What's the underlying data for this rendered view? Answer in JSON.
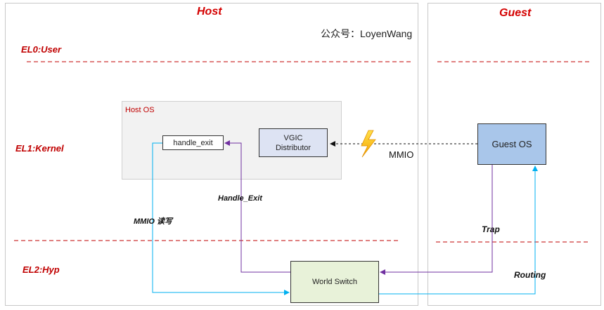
{
  "columns": {
    "host": "Host",
    "guest": "Guest"
  },
  "watermark": "公众号：LoyenWang",
  "levels": {
    "el0": "EL0:User",
    "el1": "EL1:Kernel",
    "el2": "EL2:Hyp"
  },
  "boxes": {
    "host_os": "Host OS",
    "handle_exit": "handle_exit",
    "vgic": "VGIC Distributor",
    "guest_os": "Guest OS",
    "world_switch": "World Switch"
  },
  "arrows": {
    "mmio": "MMIO",
    "handle_exit": "Handle_Exit",
    "mmio_rw": "MMIO 读写",
    "trap": "Trap",
    "routing": "Routing"
  },
  "colors": {
    "header_red": "#d40000",
    "dashed_red": "#c00000",
    "purple_arrow": "#7030a0",
    "cyan_arrow": "#00b0f0",
    "guest_os_fill": "#a9c6ea",
    "world_switch_fill": "#e8f2d9",
    "vgic_fill": "#dde3f3"
  },
  "icons": {
    "exception": "lightning-icon"
  }
}
